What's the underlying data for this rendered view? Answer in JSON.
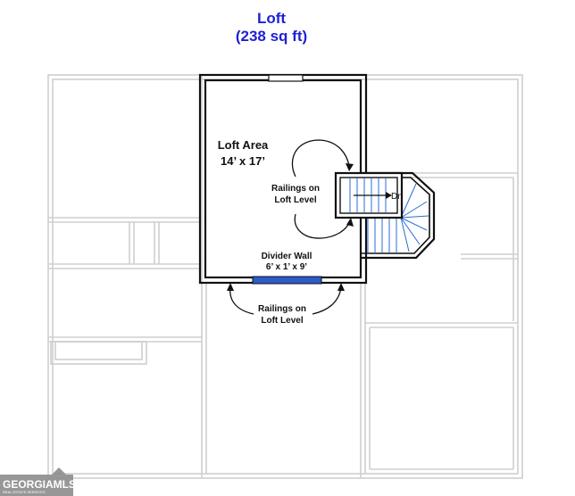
{
  "plan": {
    "title": "Loft",
    "subtitle": "(238 sq ft)",
    "room_name": "Loft Area",
    "room_size": "14’ x 17’",
    "railings_upper_line1": "Railings on",
    "railings_upper_line2": "Loft Level",
    "railings_lower_line1": "Railings on",
    "railings_lower_line2": "Loft Level",
    "divider_line1": "Divider Wall",
    "divider_line2": "6’ x 1’ x 9’",
    "stairs_label": "Dn"
  },
  "watermark": {
    "brand": "GEORGIAMLS",
    "tagline": "REAL ESTATE SERVICES"
  },
  "colors": {
    "title": "#1f1fd6",
    "outline": "#c8c8c8",
    "wall": "#111111",
    "divider": "#2b5cc8",
    "stairs": "#2b6cd4",
    "watermark_bg": "#8c8c8c"
  }
}
